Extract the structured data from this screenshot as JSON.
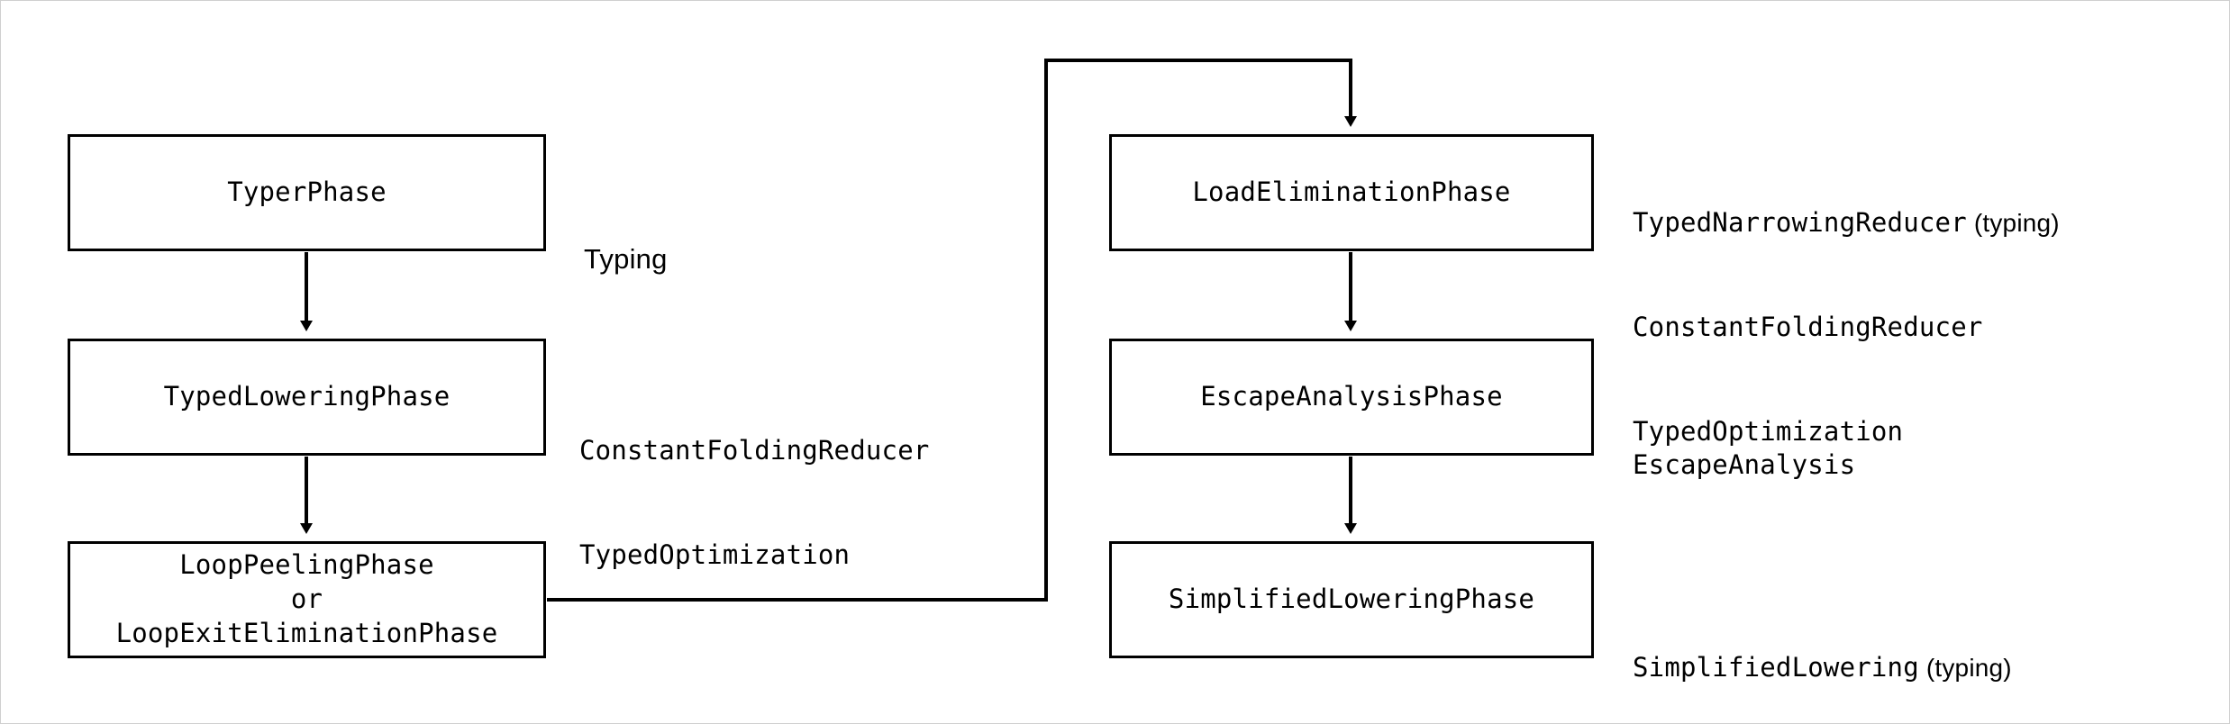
{
  "diagram": {
    "title": "TurboFan optimization phase pipeline",
    "background_color": "#ffffff",
    "stroke_color": "#000000",
    "nodes": [
      {
        "id": "typer",
        "lines": [
          "TyperPhase"
        ],
        "annotation": {
          "lines": [
            "Typing"
          ],
          "font": "sans"
        }
      },
      {
        "id": "typed-lowering",
        "lines": [
          "TypedLoweringPhase"
        ],
        "annotation": {
          "lines": [
            "ConstantFoldingReducer",
            "TypedOptimization"
          ],
          "font": "mono"
        }
      },
      {
        "id": "loop-peeling",
        "lines": [
          "LoopPeelingPhase",
          "or",
          "LoopExitEliminationPhase"
        ],
        "annotation": null
      },
      {
        "id": "load-elimination",
        "lines": [
          "LoadEliminationPhase"
        ],
        "annotation": {
          "lines": [
            "TypedNarrowingReducer",
            "ConstantFoldingReducer",
            "TypedOptimization"
          ],
          "suffixes": [
            " (typing)",
            "",
            ""
          ],
          "font": "mono"
        }
      },
      {
        "id": "escape-analysis",
        "lines": [
          "EscapeAnalysisPhase"
        ],
        "annotation": {
          "lines": [
            "EscapeAnalysis"
          ],
          "suffixes": [
            ""
          ],
          "font": "mono"
        }
      },
      {
        "id": "simplified-lowering",
        "lines": [
          "SimplifiedLoweringPhase"
        ],
        "annotation": {
          "lines": [
            "SimplifiedLowering"
          ],
          "suffixes": [
            " (typing)"
          ],
          "font": "mono"
        }
      }
    ],
    "edges": [
      {
        "from": "typer",
        "to": "typed-lowering",
        "kind": "straight-down"
      },
      {
        "from": "typed-lowering",
        "to": "loop-peeling",
        "kind": "straight-down"
      },
      {
        "from": "loop-peeling",
        "to": "load-elimination",
        "kind": "orthogonal-right-up"
      },
      {
        "from": "load-elimination",
        "to": "escape-analysis",
        "kind": "straight-down"
      },
      {
        "from": "escape-analysis",
        "to": "simplified-lowering",
        "kind": "straight-down"
      }
    ]
  }
}
